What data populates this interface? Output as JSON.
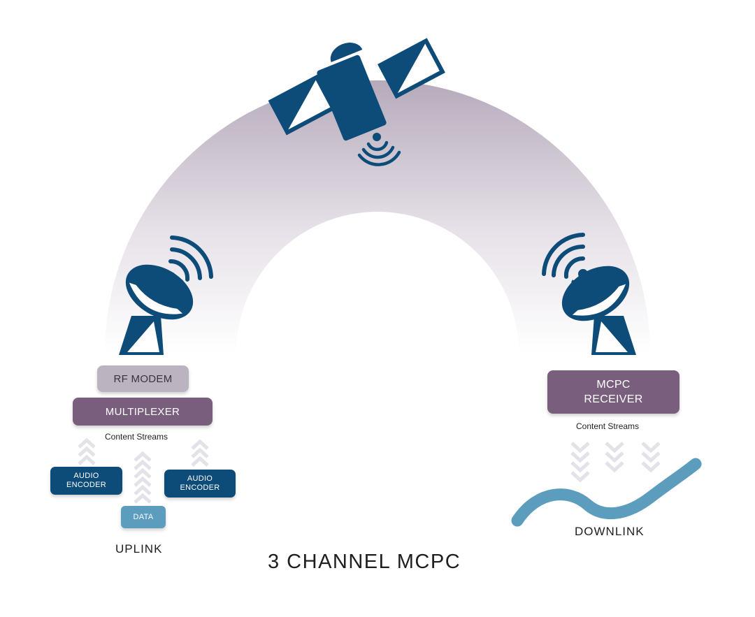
{
  "colors": {
    "arc_top": "#b6aabb",
    "arc_bottom": "#ffffff",
    "navy": "#0d4b78",
    "purple": "#795f7d",
    "lavender": "#bcb3c1",
    "wave_blue": "#5c9cbd",
    "arrow_gray": "#e4e2e8"
  },
  "icons": [
    "satellite-icon",
    "signal-waves-icon",
    "uplink-dish-icon",
    "downlink-dish-icon",
    "up-chevrons-icon",
    "down-chevrons-icon",
    "wave-icon"
  ],
  "uplink": {
    "rf_modem": "RF MODEM",
    "multiplexer": "MULTIPLEXER",
    "content_streams": "Content Streams",
    "encoder_left_line1": "AUDIO",
    "encoder_left_line2": "ENCODER",
    "encoder_right_line1": "AUDIO",
    "encoder_right_line2": "ENCODER",
    "data": "DATA",
    "label": "UPLINK"
  },
  "downlink": {
    "receiver_line1": "MCPC",
    "receiver_line2": "RECEIVER",
    "content_streams": "Content Streams",
    "label": "DOWNLINK"
  },
  "title": "3 CHANNEL MCPC"
}
